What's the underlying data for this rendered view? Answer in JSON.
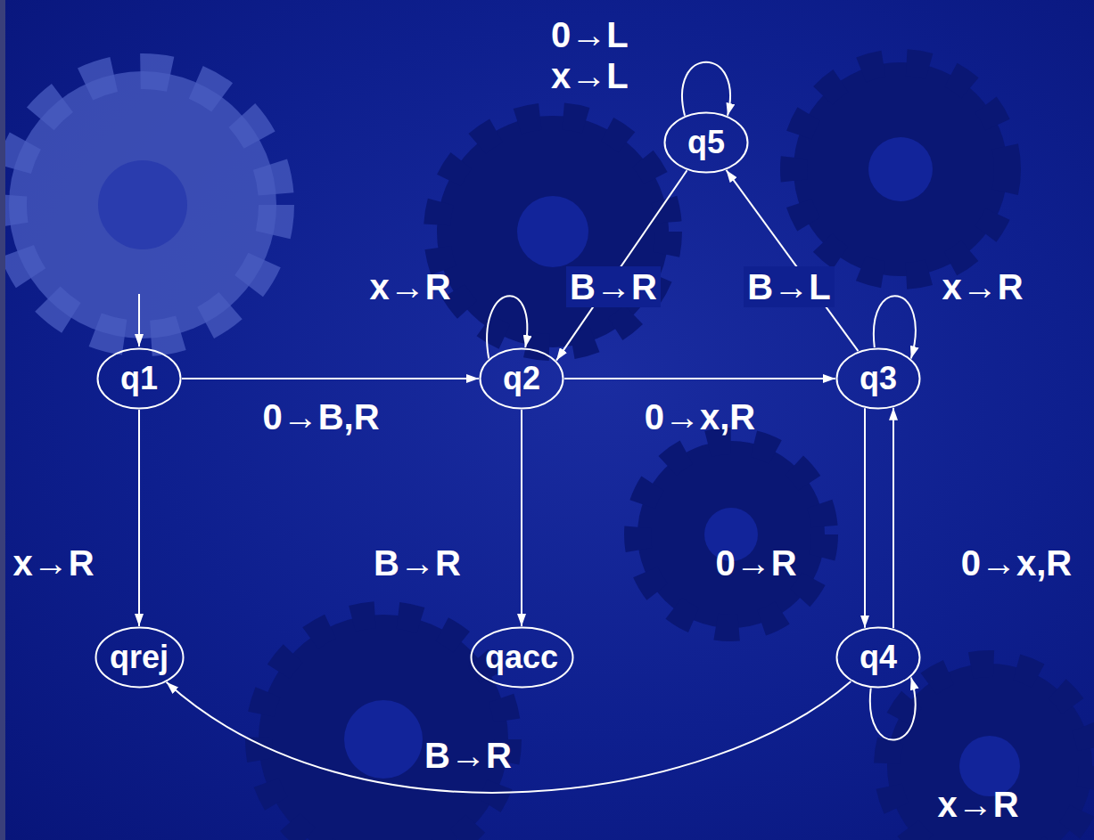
{
  "diagram": {
    "nodes": [
      {
        "text": [
          "q5"
        ]
      },
      {
        "text": [
          "q1"
        ]
      },
      {
        "text": [
          "q2"
        ]
      },
      {
        "text": [
          "q3"
        ]
      },
      {
        "text": [
          "qrej"
        ]
      },
      {
        "text": [
          "qacc"
        ]
      },
      {
        "text": [
          "q4"
        ]
      }
    ],
    "edges": [
      {
        "from": 1,
        "to": 2,
        "arrow": "to",
        "label": "0→B,R"
      },
      {
        "from": 1,
        "to": 4,
        "arrow": "to",
        "label": "x→R"
      },
      {
        "from": 2,
        "to": 2,
        "arrow": "to",
        "label": "x→R"
      },
      {
        "from": 2,
        "to": 3,
        "arrow": "to",
        "label": "0→x,R"
      },
      {
        "from": 2,
        "to": 5,
        "arrow": "to",
        "label": "B→R"
      },
      {
        "from": 3,
        "to": 3,
        "arrow": "to",
        "label": "x→R"
      },
      {
        "from": 3,
        "to": 6,
        "arrow": "to",
        "label": "0→R"
      },
      {
        "from": 6,
        "to": 3,
        "arrow": "to",
        "label": "0→x,R"
      },
      {
        "from": 6,
        "to": 6,
        "arrow": "to",
        "label": "x→R"
      },
      {
        "from": 6,
        "to": 4,
        "arrow": "to",
        "label": "B→R"
      },
      {
        "from": 3,
        "to": 0,
        "arrow": "to",
        "label": "B→L"
      },
      {
        "from": 0,
        "to": 0,
        "arrow": "to",
        "label": "0→L x→L"
      },
      {
        "from": 0,
        "to": 2,
        "arrow": "to",
        "label": "B→R"
      }
    ]
  }
}
